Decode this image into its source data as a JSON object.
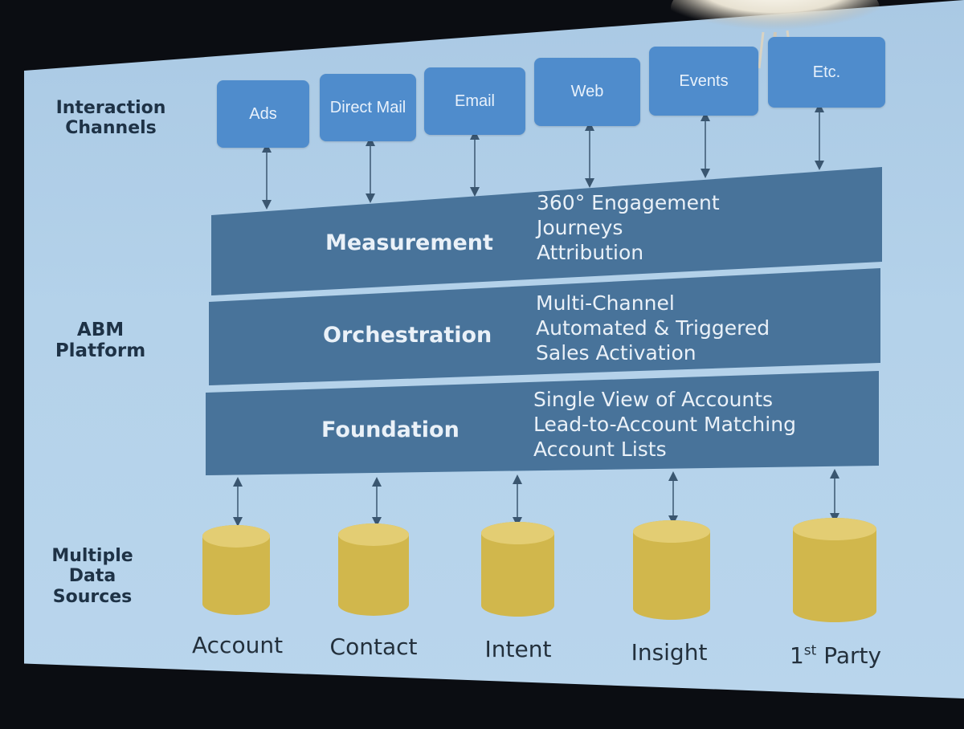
{
  "diagram": {
    "row_labels": {
      "channels": "Interaction\nChannels",
      "platform": "ABM\nPlatform",
      "sources": "Multiple\nData\nSources"
    },
    "channels": [
      "Ads",
      "Direct Mail",
      "Email",
      "Web",
      "Events",
      "Etc."
    ],
    "layers": [
      {
        "name": "Measurement",
        "items": [
          "360° Engagement",
          "Journeys",
          "Attribution"
        ]
      },
      {
        "name": "Orchestration",
        "items": [
          "Multi-Channel",
          "Automated & Triggered",
          "Sales Activation"
        ]
      },
      {
        "name": "Foundation",
        "items": [
          "Single View of Accounts",
          "Lead-to-Account Matching",
          "Account Lists"
        ]
      }
    ],
    "sources": [
      "Account",
      "Contact",
      "Intent",
      "Insight"
    ],
    "source_last": {
      "base": "1",
      "superscript": "st",
      "rest": " Party"
    }
  },
  "colors": {
    "slide_bg": "#b4d2ea",
    "channel_box": "#4f8ccc",
    "layer": "#48739a",
    "database": "#d1b74c",
    "text_dark": "#1e3246"
  }
}
